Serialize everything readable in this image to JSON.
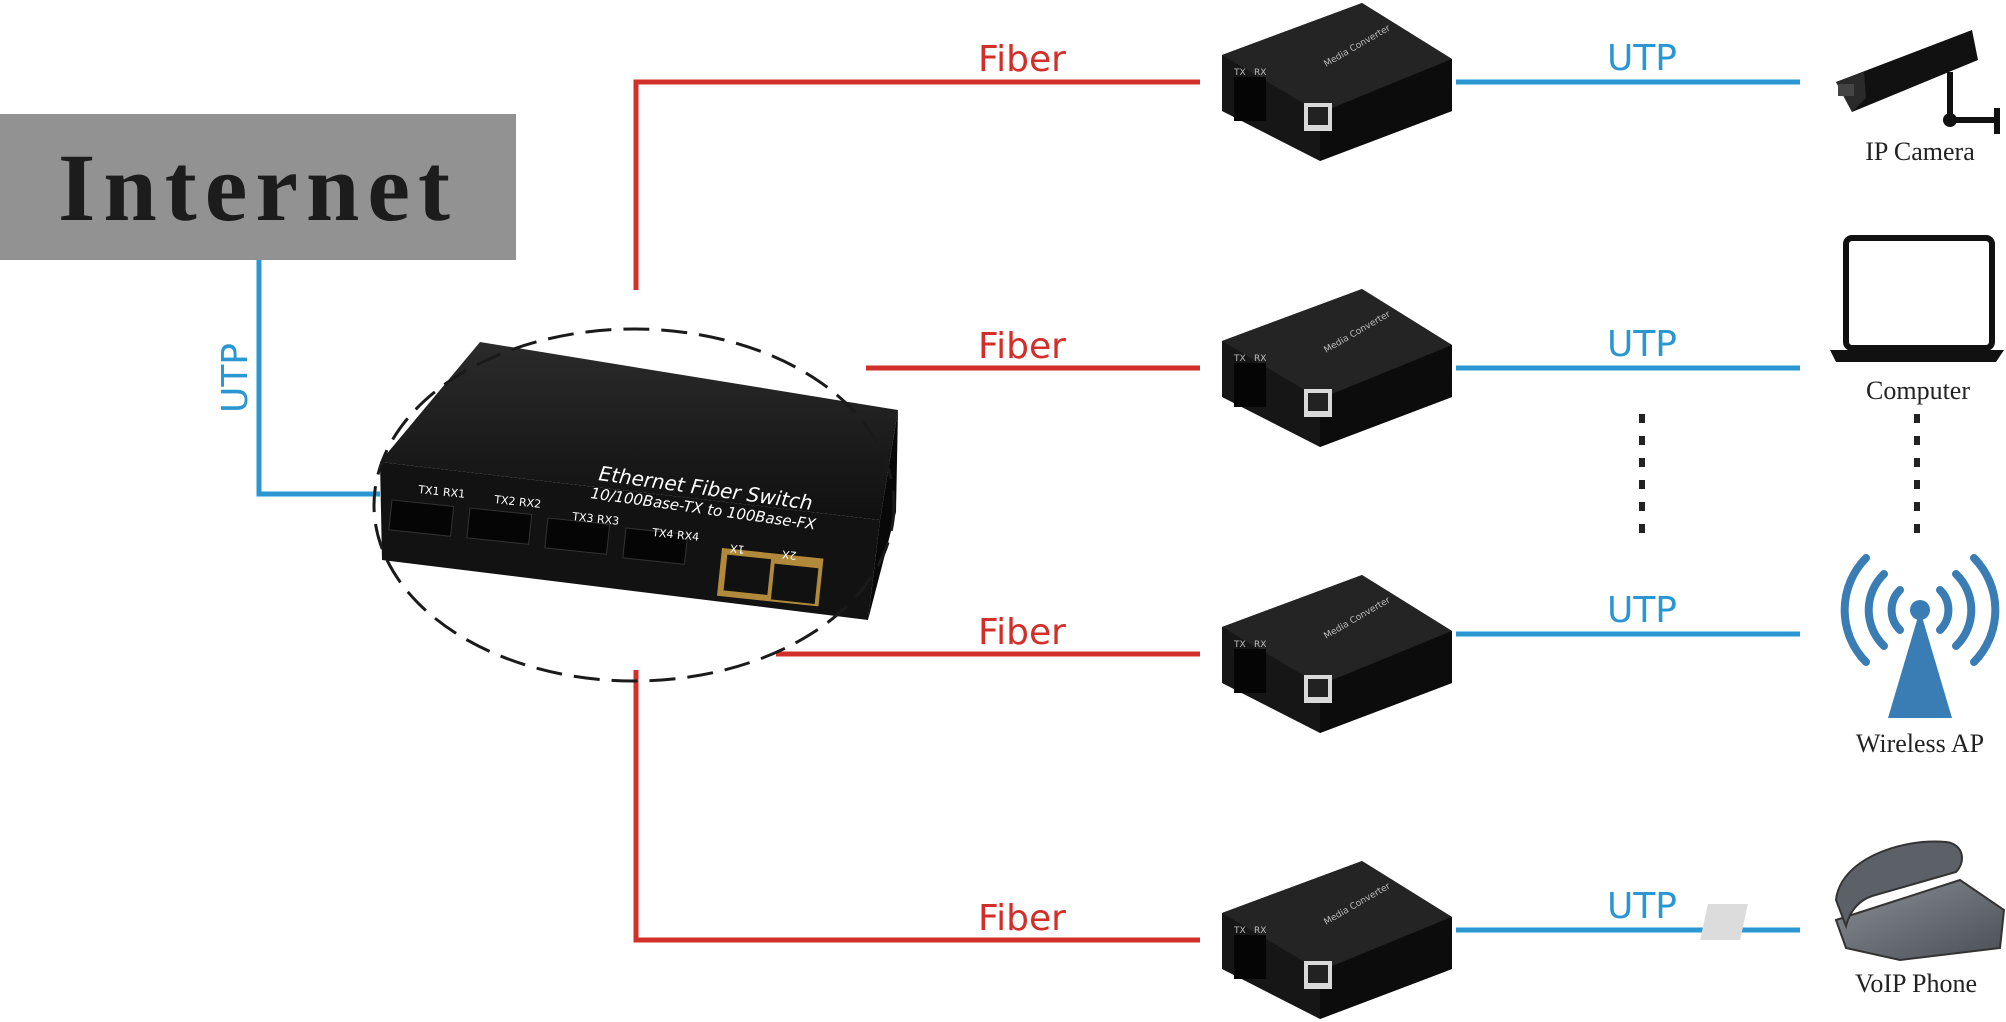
{
  "colors": {
    "fiber": "#d22f2a",
    "utp": "#2a97d3",
    "internet_box": "#939292",
    "device_body": "#171717",
    "icon_blue": "#3a7db5"
  },
  "internet": {
    "label": "Internet"
  },
  "uplink": {
    "label": "UTP"
  },
  "switch": {
    "title": "Ethernet Fiber Switch",
    "subtitle": "10/100Base-TX to 100Base-FX",
    "ports": [
      "TX1  RX1",
      "TX2  RX2",
      "TX3  RX3",
      "TX4  RX4"
    ],
    "rj45_labels": [
      "1X",
      "2X"
    ]
  },
  "converter": {
    "label": "Media Converter",
    "ports": [
      "TX",
      "RX"
    ]
  },
  "links": [
    {
      "fiber_label": "Fiber",
      "utp_label": "UTP",
      "device": "IP Camera",
      "icon": "cctv-camera-icon"
    },
    {
      "fiber_label": "Fiber",
      "utp_label": "UTP",
      "device": "Computer",
      "icon": "laptop-icon"
    },
    {
      "fiber_label": "Fiber",
      "utp_label": "UTP",
      "device": "Wireless AP",
      "icon": "wireless-ap-icon"
    },
    {
      "fiber_label": "Fiber",
      "utp_label": "UTP",
      "device": "VoIP Phone",
      "icon": "desk-phone-icon"
    }
  ]
}
